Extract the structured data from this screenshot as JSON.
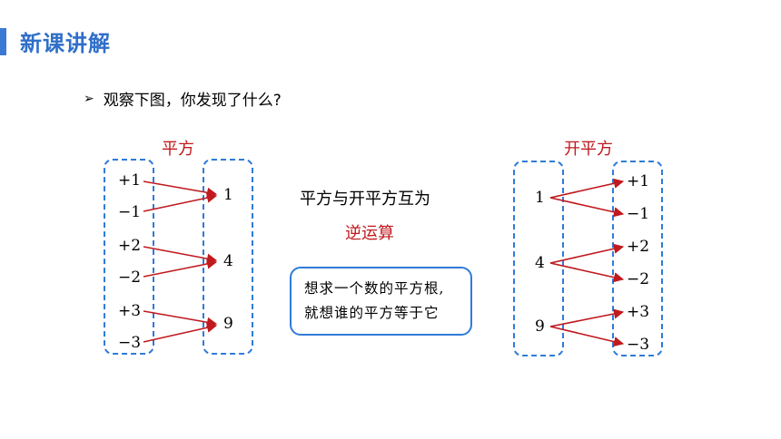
{
  "header": {
    "title": "新课讲解",
    "accent_color": "#2f6fc9"
  },
  "prompt": {
    "arrow_icon": "triangle-arrow",
    "text": "观察下图，你发现了什么?"
  },
  "left_diagram": {
    "label": "平方",
    "inputs": [
      "+1",
      "−1",
      "+2",
      "−2",
      "+3",
      "−3"
    ],
    "outputs": [
      "1",
      "4",
      "9"
    ]
  },
  "right_diagram": {
    "label": "开平方",
    "inputs": [
      "1",
      "4",
      "9"
    ],
    "outputs": [
      "+1",
      "−1",
      "+2",
      "−2",
      "+3",
      "−3"
    ]
  },
  "center": {
    "line1": "平方与开平方互为",
    "line2": "逆运算"
  },
  "tip": {
    "line1": "想求一个数的平方根,",
    "line2": "就想谁的平方等于它"
  },
  "colors": {
    "box": "#2f7bd8",
    "arrow": "#c0191e"
  }
}
